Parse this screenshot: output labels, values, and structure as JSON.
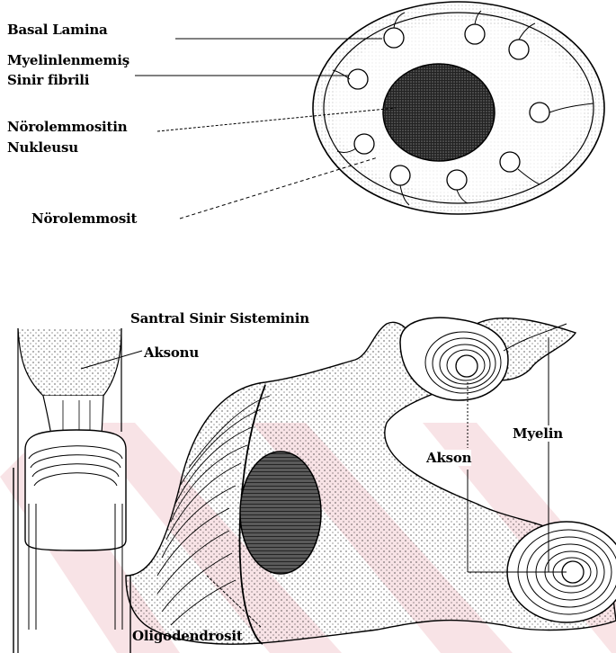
{
  "top_figure": {
    "labels": {
      "basal_lamina": "Basal Lamina",
      "unmyelinated_fiber_line1": "Myelinlenmemiş",
      "unmyelinated_fiber_line2": "Sinir fibrili",
      "neurolemmocyte_nucleus_line1": "Nörolemmositin",
      "neurolemmocyte_nucleus_line2": "Nukleusu",
      "neurolemmocyte": "Nörolemmosit"
    }
  },
  "bottom_figure": {
    "labels": {
      "cns_axon_line1": "Santral Sinir Sisteminin",
      "cns_axon_line2": "Aksonu",
      "axon": "Akson",
      "myelin": "Myelin",
      "oligodendrocyte": "Oligodendrosit"
    }
  },
  "colors": {
    "ink": "#000000",
    "watermark": "#f6d9dc"
  }
}
